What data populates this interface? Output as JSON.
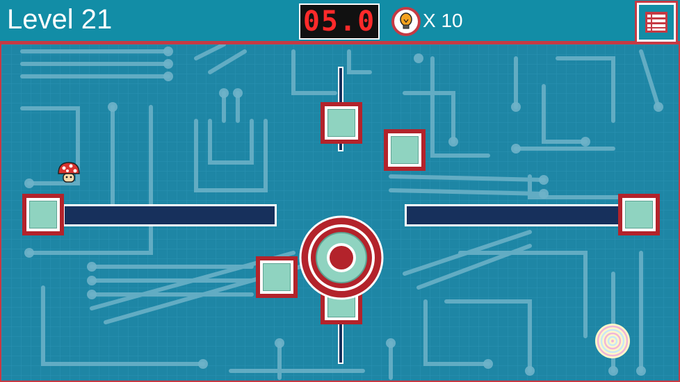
{
  "hud": {
    "level_label": "Level 21",
    "timer": "05.0",
    "hint_count": "X 10"
  },
  "colors": {
    "hud_bg": "#128da6",
    "board_bg": "#1e86a5",
    "accent_red": "#c53a44",
    "tile_inner": "#8fd3c0",
    "rod": "#17305c",
    "timer_digits": "#ff2a2a"
  },
  "icons": {
    "hint": "lightbulb-icon",
    "menu": "list-menu-icon",
    "player": "mushroom-icon",
    "goal": "spiral-portal-icon"
  }
}
